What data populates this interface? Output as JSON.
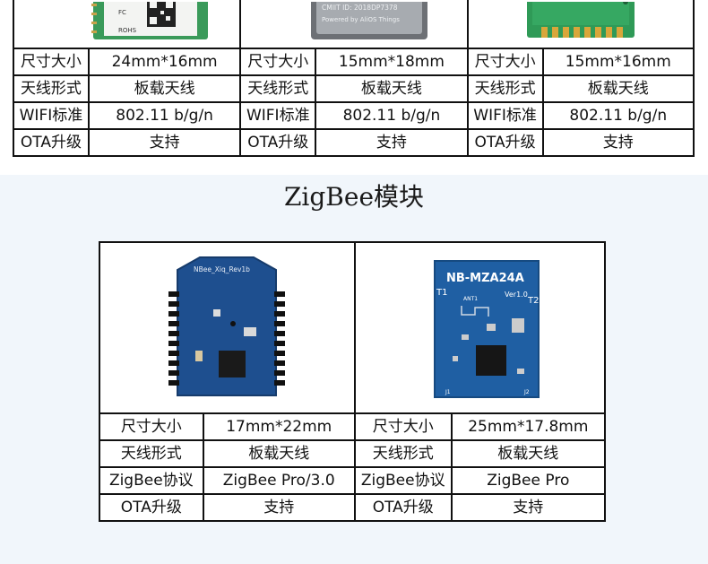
{
  "wifi_modules": [
    {
      "size": "24mm*16mm",
      "antenna": "板载天线",
      "wifi_std": "802.11 b/g/n",
      "ota": "支持",
      "photo_text": [
        "FC",
        "ROHS"
      ]
    },
    {
      "size": "15mm*18mm",
      "antenna": "板载天线",
      "wifi_std": "802.11 b/g/n",
      "ota": "支持",
      "photo_text": [
        "CMIIT ID: 2018DP7378",
        "Powered by AliOS Things"
      ]
    },
    {
      "size": "15mm*16mm",
      "antenna": "板载天线",
      "wifi_std": "802.11 b/g/n",
      "ota": "支持",
      "photo_text": []
    }
  ],
  "wifi_labels": {
    "size": "尺寸大小",
    "antenna": "天线形式",
    "wifi_std": "WIFI标准",
    "ota": "OTA升级"
  },
  "zigbee_title": "ZigBee模块",
  "zigbee_labels": {
    "size": "尺寸大小",
    "antenna": "天线形式",
    "protocol": "ZigBee协议",
    "ota": "OTA升级"
  },
  "zigbee_modules": [
    {
      "size": "17mm*22mm",
      "antenna": "板载天线",
      "protocol": "ZigBee Pro/3.0",
      "ota": "支持",
      "photo_text": [
        "NBee_Xiq_Rev1b"
      ]
    },
    {
      "size": "25mm*17.8mm",
      "antenna": "板载天线",
      "protocol": "ZigBee Pro",
      "ota": "支持",
      "photo_text": [
        "NB-MZA24A",
        "Ver1.0",
        "T1",
        "T2",
        "ANT1",
        "J1",
        "J2"
      ]
    }
  ],
  "colors": {
    "pcb_blue": "#1e4f8f",
    "pcb_green": "#2f9a57",
    "shield_gray": "#9a9ea3",
    "section_bg": "#f1f6fb"
  }
}
